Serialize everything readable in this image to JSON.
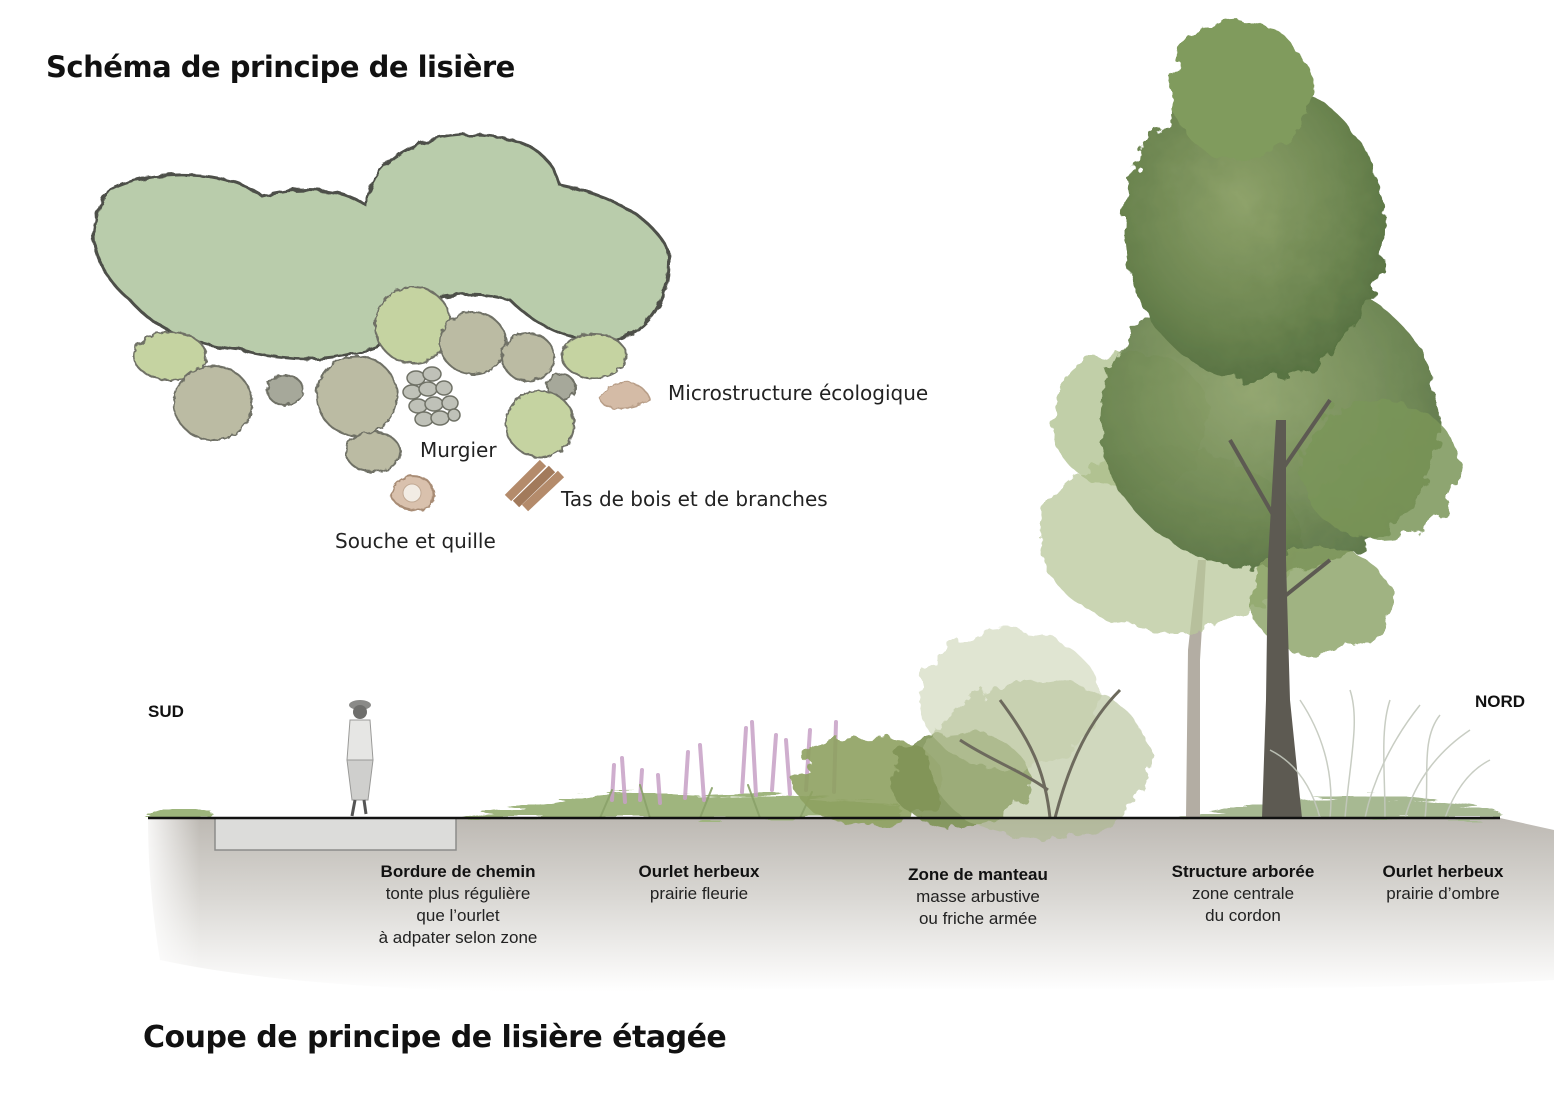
{
  "titles": {
    "plan": "Schéma de principe de lisière",
    "section": "Coupe de principe de lisière étagée"
  },
  "plan_labels": {
    "microstructure": "Microstructure écologique",
    "murgier": "Murgier",
    "tas_bois": "Tas de bois et de branches",
    "souche": "Souche et quille"
  },
  "orientation": {
    "south": "SUD",
    "north": "NORD"
  },
  "zones": [
    {
      "title": "Bordure de chemin",
      "lines": [
        "tonte plus régulière",
        "que l’ourlet",
        "à adpater selon zone"
      ]
    },
    {
      "title": "Ourlet herbeux",
      "lines": [
        "prairie fleurie"
      ]
    },
    {
      "title": "Zone de manteau",
      "lines": [
        "masse arbustive",
        "ou friche armée"
      ]
    },
    {
      "title": "Structure arborée",
      "lines": [
        "zone centrale",
        "du cordon"
      ]
    },
    {
      "title": "Ourlet herbeux",
      "lines": [
        "prairie d’ombre"
      ]
    }
  ],
  "colors": {
    "canopy": "#b9ccab",
    "shrub_light": "#c5d3a1",
    "shrub_grey": "#bbbba3",
    "shrub_dark": "#a6a89a",
    "outline": "#4d4f48",
    "tree_green": "#6f8a55",
    "soil": "#d8d6d2"
  }
}
